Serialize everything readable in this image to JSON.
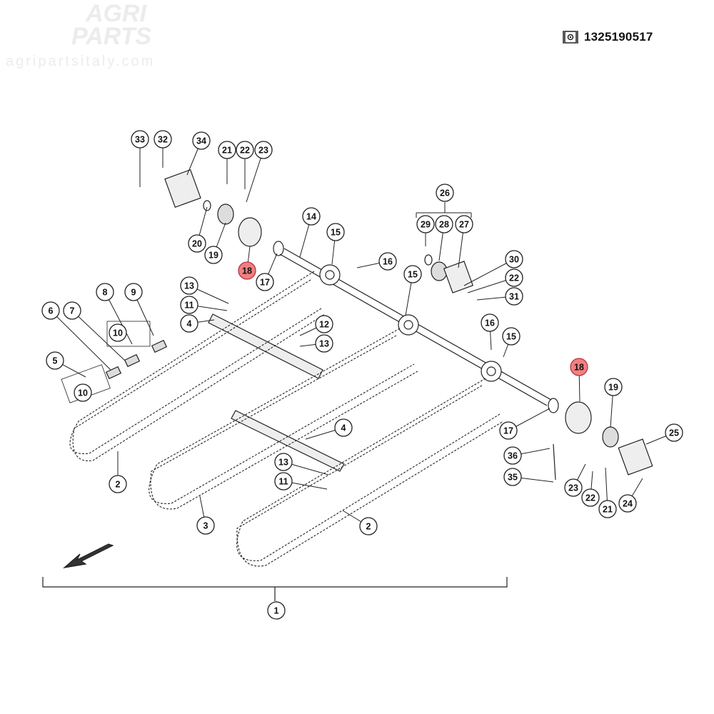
{
  "header": {
    "part_number": "1325190517",
    "icon": "gear-document-icon"
  },
  "watermark": {
    "brand_line1": "AGRI",
    "brand_line2": "PARTS",
    "url": "agripartsitaly.com"
  },
  "colors": {
    "highlight": "#f08080",
    "line": "#222222"
  },
  "callouts": [
    {
      "label": "33"
    },
    {
      "label": "32"
    },
    {
      "label": "34"
    },
    {
      "label": "21"
    },
    {
      "label": "22"
    },
    {
      "label": "23"
    },
    {
      "label": "20"
    },
    {
      "label": "19"
    },
    {
      "label": "18",
      "highlighted": true
    },
    {
      "label": "17"
    },
    {
      "label": "14"
    },
    {
      "label": "15"
    },
    {
      "label": "26"
    },
    {
      "label": "29"
    },
    {
      "label": "28"
    },
    {
      "label": "27"
    },
    {
      "label": "16"
    },
    {
      "label": "15"
    },
    {
      "label": "30"
    },
    {
      "label": "22"
    },
    {
      "label": "31"
    },
    {
      "label": "13"
    },
    {
      "label": "11"
    },
    {
      "label": "4"
    },
    {
      "label": "8"
    },
    {
      "label": "9"
    },
    {
      "label": "6"
    },
    {
      "label": "7"
    },
    {
      "label": "10"
    },
    {
      "label": "12"
    },
    {
      "label": "13"
    },
    {
      "label": "16"
    },
    {
      "label": "15"
    },
    {
      "label": "5"
    },
    {
      "label": "10"
    },
    {
      "label": "18",
      "highlighted": true
    },
    {
      "label": "19"
    },
    {
      "label": "2"
    },
    {
      "label": "4"
    },
    {
      "label": "25"
    },
    {
      "label": "17"
    },
    {
      "label": "36"
    },
    {
      "label": "35"
    },
    {
      "label": "13"
    },
    {
      "label": "11"
    },
    {
      "label": "23"
    },
    {
      "label": "22"
    },
    {
      "label": "21"
    },
    {
      "label": "24"
    },
    {
      "label": "3"
    },
    {
      "label": "2"
    },
    {
      "label": "1"
    }
  ]
}
